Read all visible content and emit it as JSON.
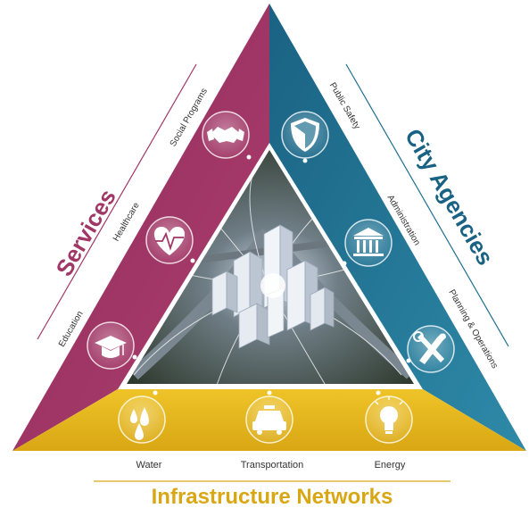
{
  "sides": {
    "services": {
      "title": "Services",
      "color": "#a03767",
      "items": [
        {
          "label": "Social Programs",
          "icon": "handshake-icon"
        },
        {
          "label": "Healthcare",
          "icon": "heart-pulse-icon"
        },
        {
          "label": "Education",
          "icon": "graduation-cap-icon"
        }
      ]
    },
    "city_agencies": {
      "title": "City Agencies",
      "color": "#1f6f8f",
      "items": [
        {
          "label": "Public Safety",
          "icon": "shield-icon"
        },
        {
          "label": "Administration",
          "icon": "government-building-icon"
        },
        {
          "label": "Planning & Operations",
          "icon": "tools-icon"
        }
      ]
    },
    "infrastructure": {
      "title": "Infrastructure Networks",
      "color": "#e2b51a",
      "items": [
        {
          "label": "Water",
          "icon": "water-drops-icon"
        },
        {
          "label": "Transportation",
          "icon": "taxi-icon"
        },
        {
          "label": "Energy",
          "icon": "light-bulb-icon"
        }
      ]
    }
  },
  "center_image": "smart-city-buildings-icon"
}
